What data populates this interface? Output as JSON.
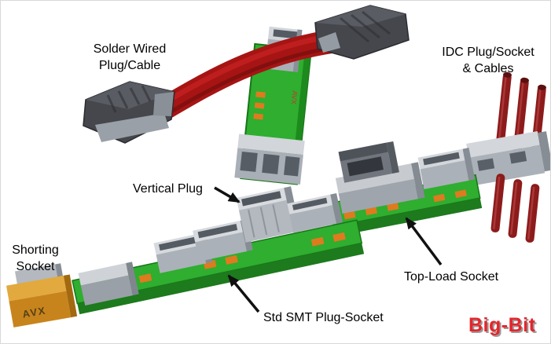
{
  "labels": {
    "solder_wired": "Solder Wired\nPlug/Cable",
    "idc": "IDC Plug/Socket\n& Cables",
    "vertical_plug": "Vertical Plug",
    "shorting_socket": "Shorting\nSocket",
    "top_load": "Top-Load Socket",
    "std_smt": "Std SMT Plug-Socket"
  },
  "logo": {
    "text": "Big-Bit",
    "color": "#e5252b"
  },
  "board_text": {
    "avx": "AVX"
  },
  "colors": {
    "pcb_green": "#2fae2f",
    "pcb_edge": "#1d7a1d",
    "pad_copper": "#de7b1e",
    "connector_gray": "#abb1b8",
    "connector_dark": "#45474d",
    "cable_red": "#a61414",
    "idc_rod_red": "#8c1b1b",
    "shorting_orange": "#c8841c",
    "arrow_black": "#111111"
  }
}
